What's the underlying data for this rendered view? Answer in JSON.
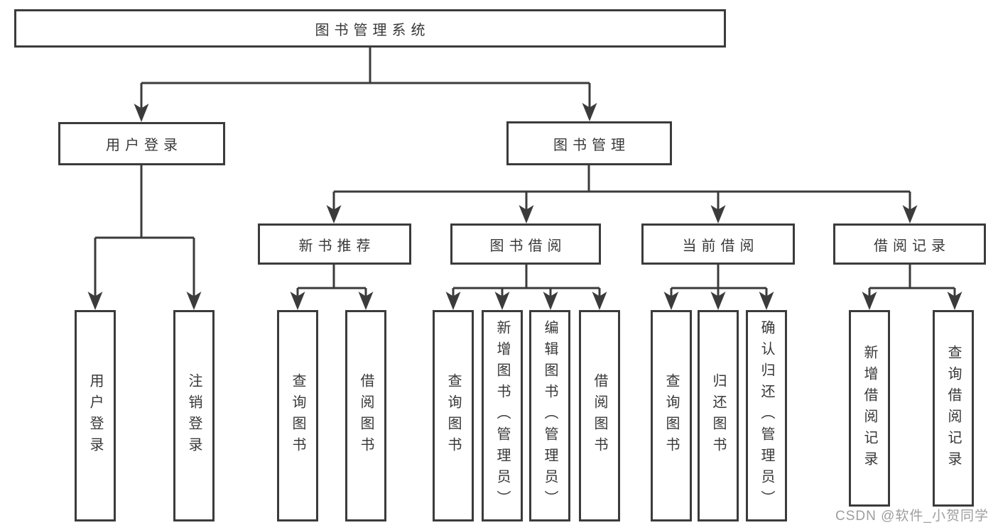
{
  "diagram": {
    "type": "tree",
    "root": {
      "label": "图书管理系统"
    },
    "level2": [
      {
        "label": "用户登录",
        "parent": "图书管理系统"
      },
      {
        "label": "图书管理",
        "parent": "图书管理系统"
      }
    ],
    "level3": [
      {
        "label": "新书推荐",
        "parent": "图书管理"
      },
      {
        "label": "图书借阅",
        "parent": "图书管理"
      },
      {
        "label": "当前借阅",
        "parent": "图书管理"
      },
      {
        "label": "借阅记录",
        "parent": "图书管理"
      }
    ],
    "leaves": [
      {
        "label": "用户登录",
        "parent": "用户登录"
      },
      {
        "label": "注销登录",
        "parent": "用户登录"
      },
      {
        "label": "查询图书",
        "parent": "新书推荐"
      },
      {
        "label": "借阅图书",
        "parent": "新书推荐"
      },
      {
        "label": "查询图书",
        "parent": "图书借阅"
      },
      {
        "label": "新增图书（管理员）",
        "parent": "图书借阅"
      },
      {
        "label": "编辑图书（管理员）",
        "parent": "图书借阅"
      },
      {
        "label": "借阅图书",
        "parent": "图书借阅"
      },
      {
        "label": "查询图书",
        "parent": "当前借阅"
      },
      {
        "label": "归还图书",
        "parent": "当前借阅"
      },
      {
        "label": "确认归还（管理员）",
        "parent": "当前借阅"
      },
      {
        "label": "新增借阅记录",
        "parent": "借阅记录"
      },
      {
        "label": "查询借阅记录",
        "parent": "借阅记录"
      }
    ]
  },
  "watermark": {
    "text": "CSDN @软件_小贺同学"
  },
  "colors": {
    "line": "#3b3b3b",
    "text": "#383838",
    "watermark": "#9e9e9e",
    "background": "#ffffff"
  }
}
